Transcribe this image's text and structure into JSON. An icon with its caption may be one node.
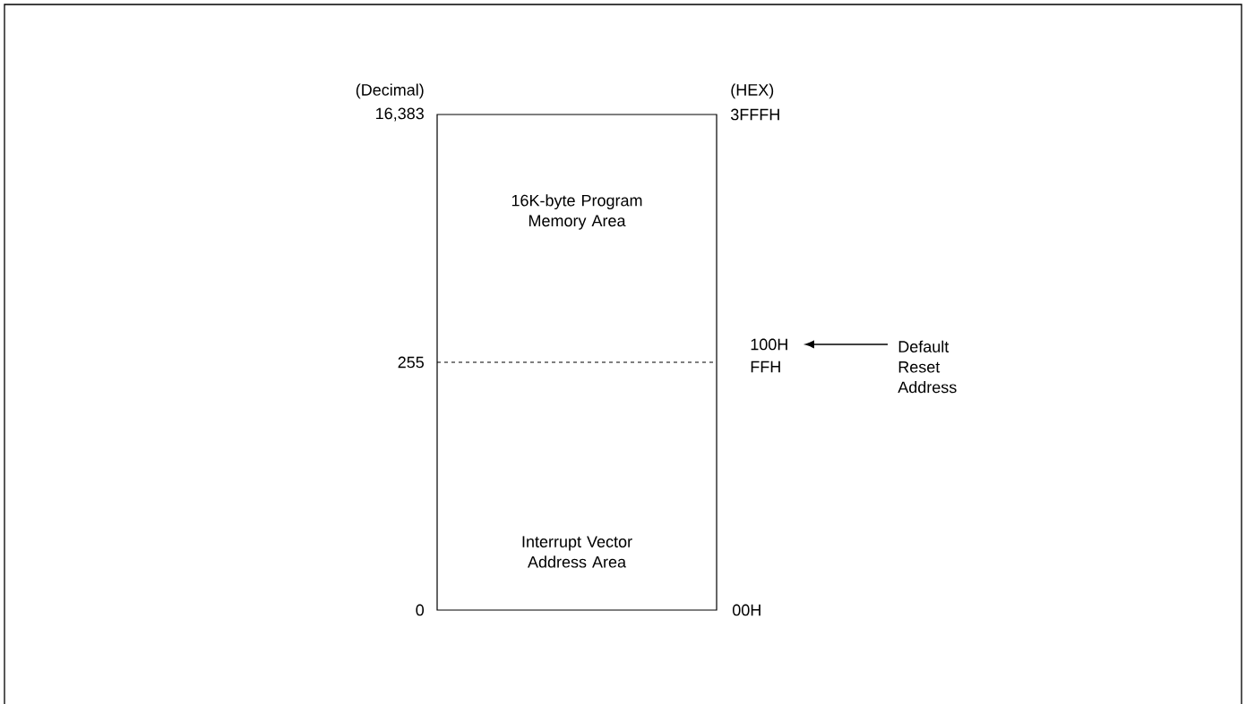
{
  "diagram": {
    "nodes": [
      {
        "text": [
          "16K-byte Program Memory Area"
        ]
      },
      {
        "text": [
          "Interrupt Vector Address Area"
        ]
      },
      {
        "text": [
          "Default Reset Address"
        ]
      },
      {
        "text": [
          "100H"
        ]
      }
    ],
    "edges": [
      {
        "from": 2,
        "to": 3,
        "arrow": "to"
      }
    ],
    "labels": [
      "(Decimal)",
      "(HEX)",
      "16,383",
      "3FFFH",
      "255",
      "FFH",
      "0",
      "00H"
    ]
  }
}
